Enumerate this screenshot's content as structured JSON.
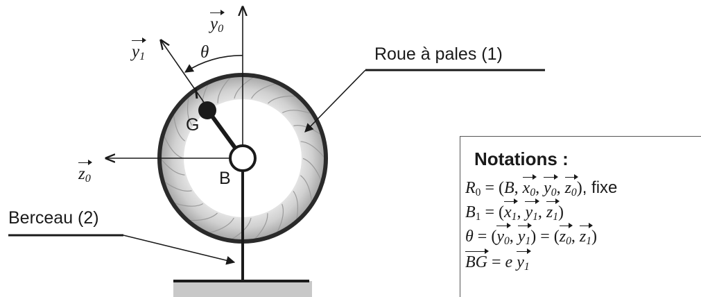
{
  "labels": {
    "wheel": "Roue à pales (1)",
    "cradle": "Berceau (2)",
    "point_g": "G",
    "point_b": "B",
    "angle": "θ",
    "y0": {
      "base": "y",
      "sub": "0"
    },
    "y1": {
      "base": "y",
      "sub": "1"
    },
    "z0": {
      "base": "z",
      "sub": "0"
    }
  },
  "notations": {
    "title": "Notations :",
    "r0_lhs": "R",
    "r0_lhs_sub": "0",
    "r0_fixe": ", fixe",
    "b1_lhs": "B",
    "b1_lhs_sub": "1",
    "theta": "θ",
    "bg_lhs": "BG",
    "bg_e": "e"
  },
  "colors": {
    "ink": "#1a1a1a",
    "wheel_ring": "#2a2a2a",
    "base_shadow": "#c8c8c8"
  }
}
